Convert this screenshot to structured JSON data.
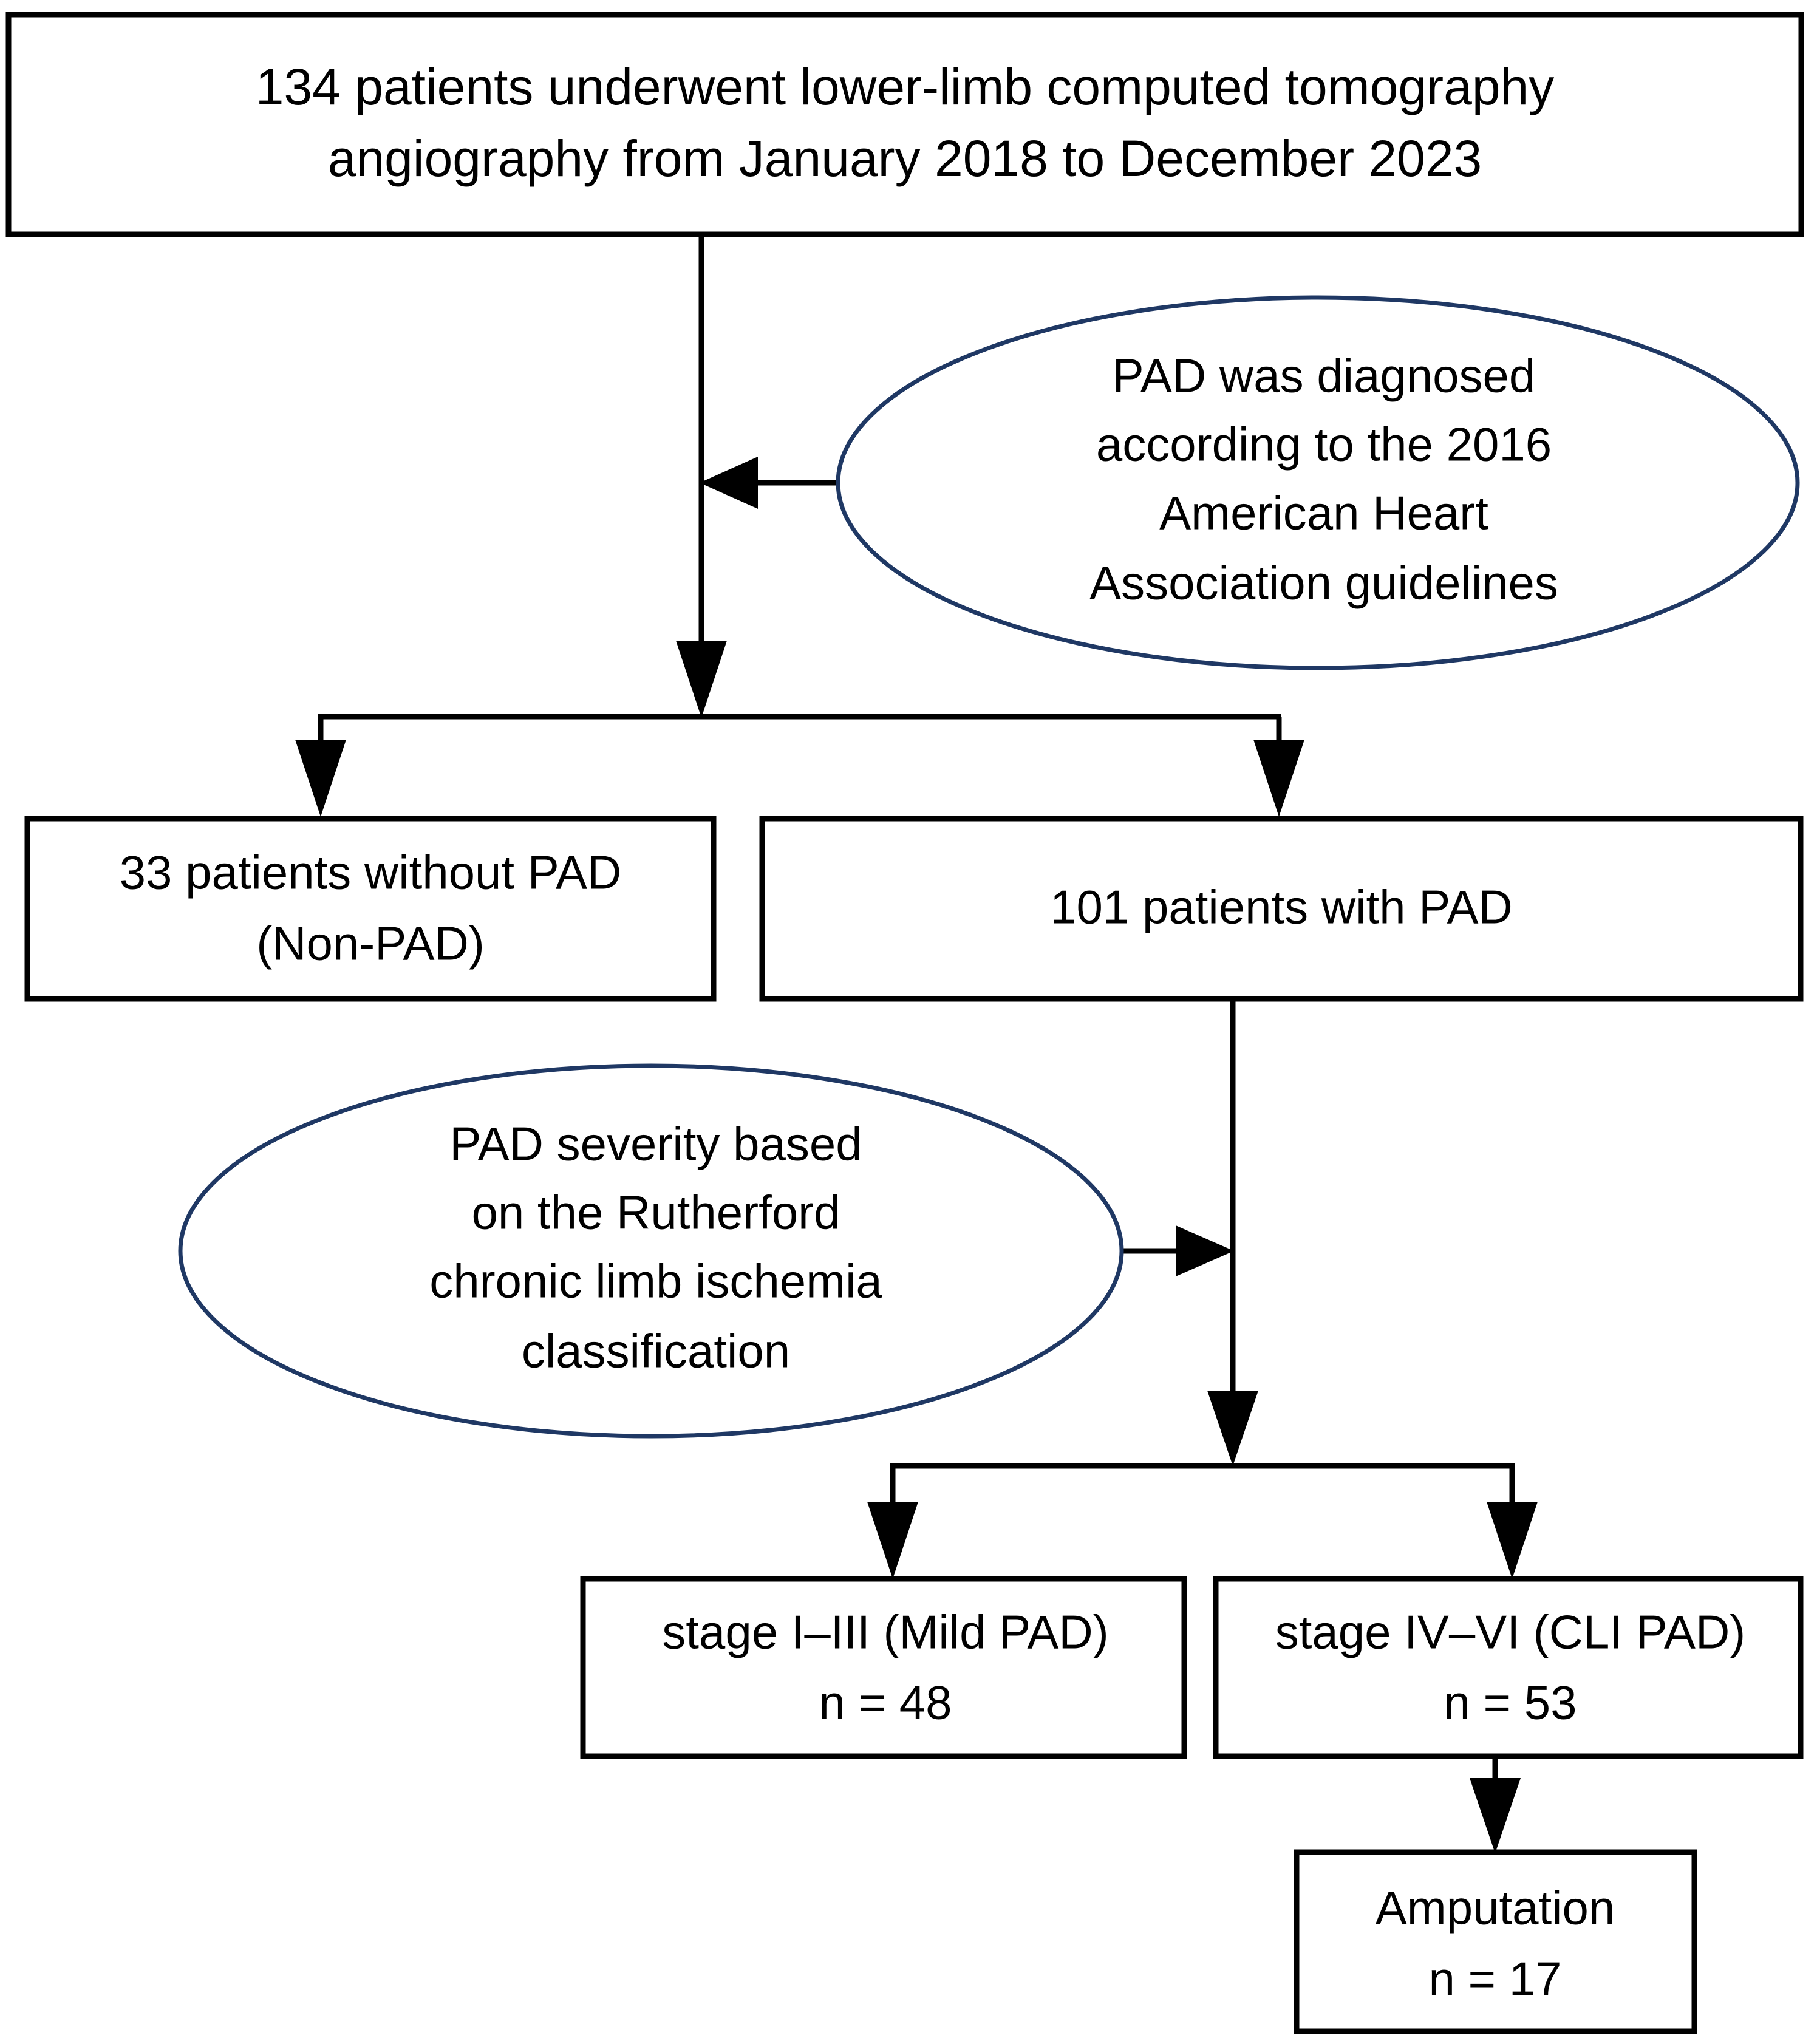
{
  "diagram": {
    "title": "Patient selection flowchart",
    "colors": {
      "box_stroke": "#000000",
      "ellipse_stroke": "#1F3864",
      "background": "#ffffff",
      "text": "#000000"
    },
    "nodes": {
      "cohort": {
        "shape": "rectangle",
        "lines": [
          "134 patients underwent lower-limb computed tomography",
          "angiography from January 2018 to December 2023"
        ]
      },
      "pad_criteria": {
        "shape": "ellipse",
        "lines": [
          "PAD was diagnosed",
          "according to the 2016",
          "American Heart",
          "Association guidelines"
        ]
      },
      "non_pad": {
        "shape": "rectangle",
        "lines": [
          "33 patients without PAD",
          "(Non-PAD)"
        ]
      },
      "with_pad": {
        "shape": "rectangle",
        "lines": [
          "101 patients with PAD"
        ]
      },
      "severity_criteria": {
        "shape": "ellipse",
        "lines": [
          "PAD severity based",
          "on the Rutherford",
          "chronic limb ischemia",
          "classification"
        ]
      },
      "mild_pad": {
        "shape": "rectangle",
        "lines": [
          "stage I–III (Mild PAD)",
          "n = 48"
        ]
      },
      "cli_pad": {
        "shape": "rectangle",
        "lines": [
          "stage IV–VI  (CLI PAD)",
          "n = 53"
        ]
      },
      "amputation": {
        "shape": "rectangle",
        "lines": [
          "Amputation",
          "n = 17"
        ]
      }
    }
  }
}
